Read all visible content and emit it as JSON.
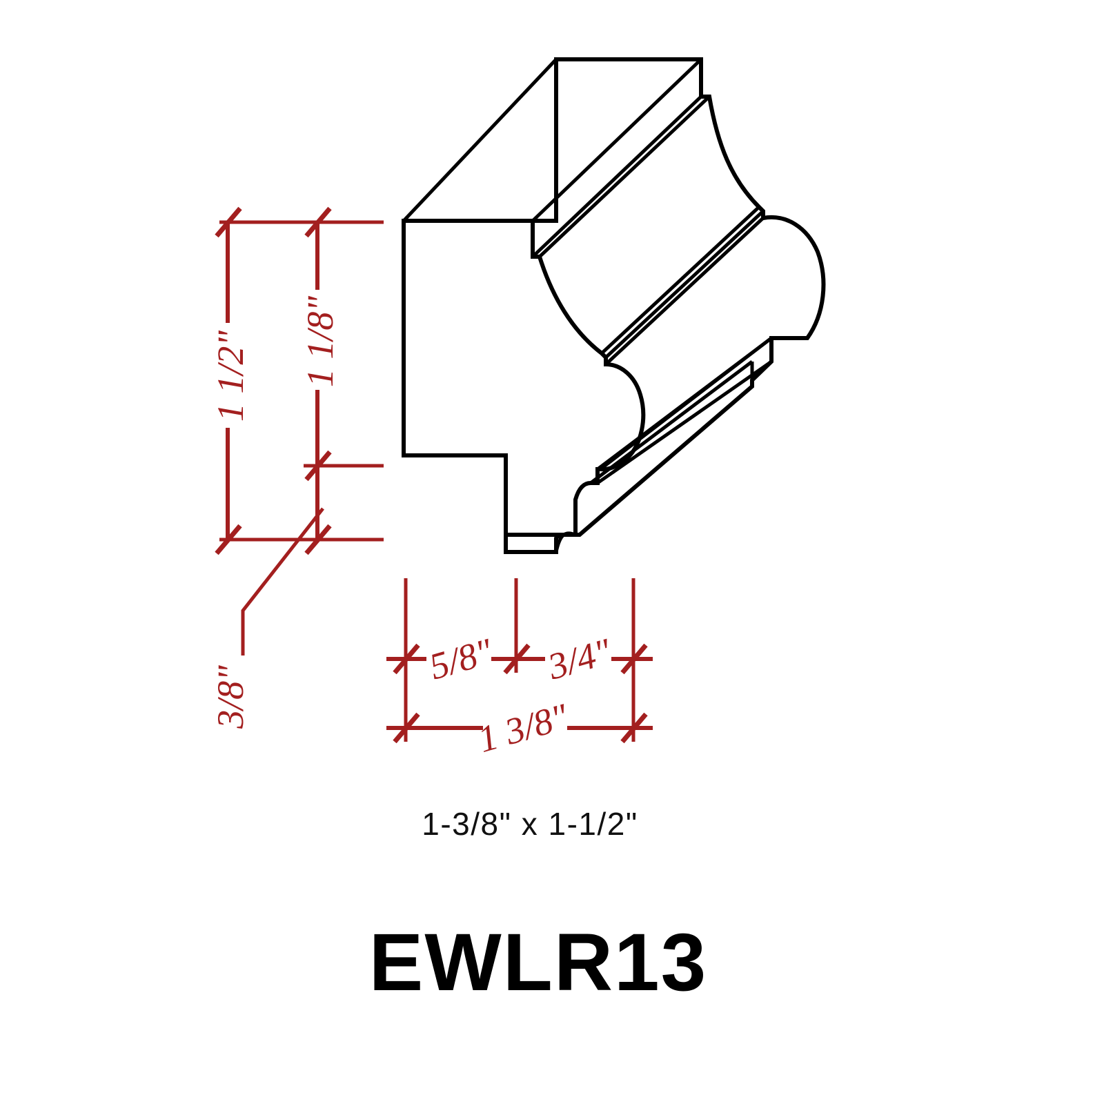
{
  "title": "EWLR13",
  "caption": "1-3/8\" x 1-1/2\"",
  "colors": {
    "dimension_red": "#a31f1f",
    "outline_black": "#000000",
    "background": "#ffffff"
  },
  "dimensions": {
    "vertical": [
      {
        "id": "overall-height",
        "label": "1 1/2\"",
        "whole": "1",
        "numerator": "1",
        "denominator": "2",
        "unit": "\"",
        "orientation": "vertical",
        "value_inches": 1.5
      },
      {
        "id": "upper-height",
        "label": "1 1/8\"",
        "whole": "1",
        "numerator": "1",
        "denominator": "8",
        "unit": "\"",
        "orientation": "vertical",
        "value_inches": 1.125
      },
      {
        "id": "lower-height-leader",
        "label": "3/8\"",
        "whole": "",
        "numerator": "3",
        "denominator": "8",
        "unit": "\"",
        "orientation": "leader",
        "value_inches": 0.375
      }
    ],
    "horizontal": [
      {
        "id": "left-width",
        "label": "5/8\"",
        "whole": "",
        "numerator": "5",
        "denominator": "8",
        "unit": "\"",
        "value_inches": 0.625
      },
      {
        "id": "right-width",
        "label": "3/4\"",
        "whole": "",
        "numerator": "3",
        "denominator": "4",
        "unit": "\"",
        "value_inches": 0.75
      },
      {
        "id": "overall-width",
        "label": "1 3/8\"",
        "whole": "1",
        "numerator": "3",
        "denominator": "8",
        "unit": "\"",
        "value_inches": 1.375
      }
    ]
  },
  "part": {
    "sku": "EWLR13",
    "nominal_size": "1-3/8\" x 1-1/2\"",
    "profile_type": "isometric-molding-profile"
  }
}
